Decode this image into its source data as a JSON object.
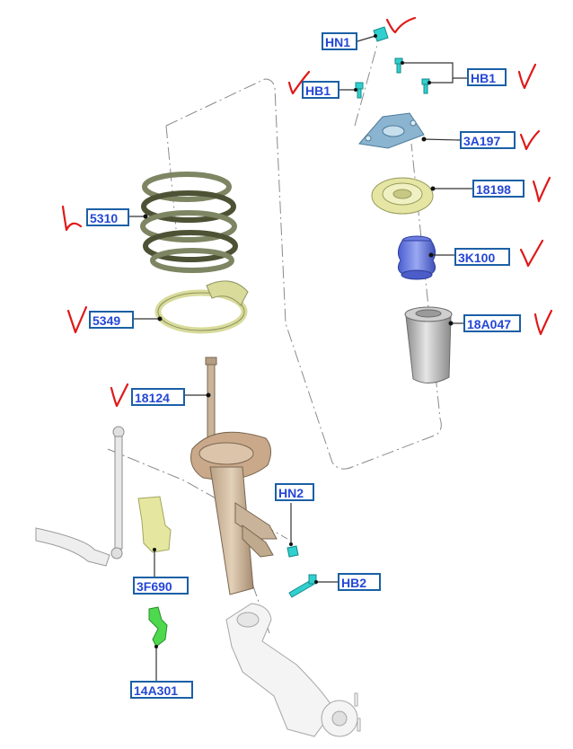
{
  "colors": {
    "label_text": "#2447d6",
    "label_border": "#1b5fa6",
    "check_mark": "#e01818",
    "leader": "#333333",
    "phantom_line": "#8a8a8a"
  },
  "labels": {
    "hn1": "HN1",
    "hb1_left": "HB1",
    "hb1_right": "HB1",
    "p3a197": "3A197",
    "p18198": "18198",
    "p3k100": "3K100",
    "p18a047": "18A047",
    "p5310": "5310",
    "p5349": "5349",
    "p18124": "18124",
    "hn2": "HN2",
    "p3f690": "3F690",
    "hb2": "HB2",
    "p14a301": "14A301"
  },
  "icons": {
    "check": "check-mark-icon"
  }
}
